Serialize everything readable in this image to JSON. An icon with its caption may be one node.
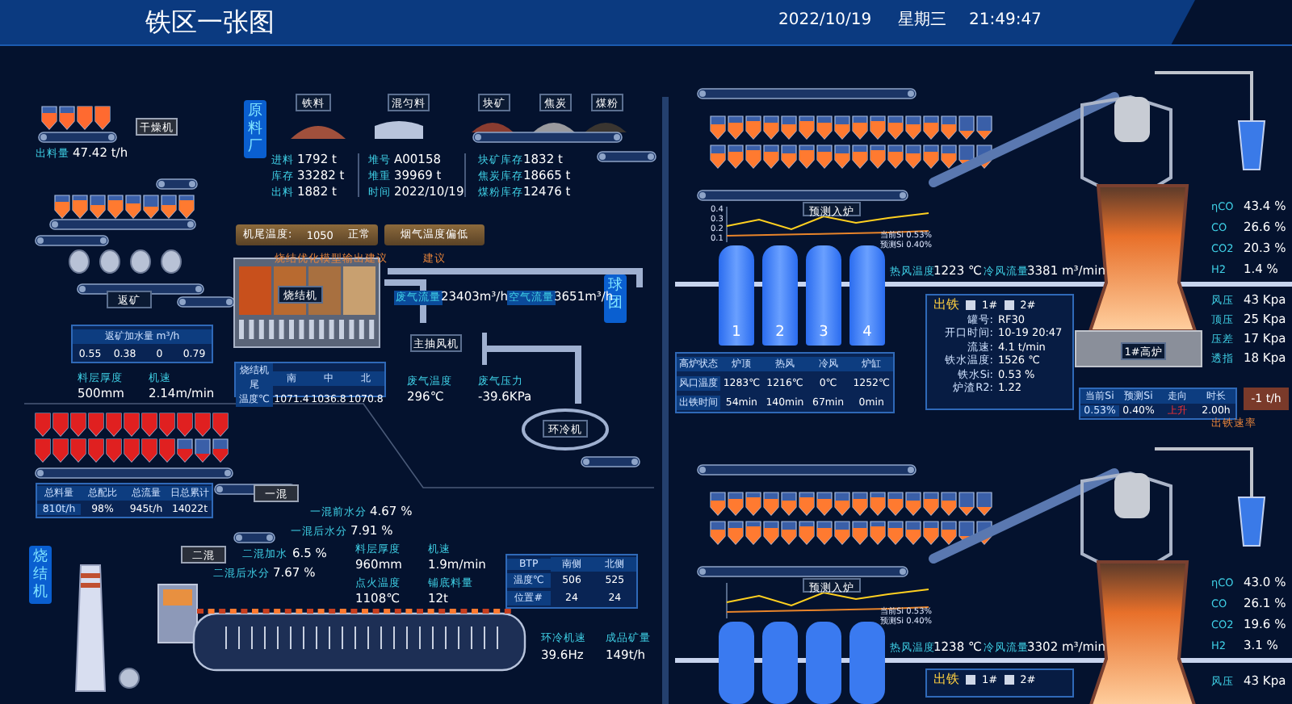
{
  "diagram": {
    "title": "铁区一张图",
    "nodes": [
      {
        "text": [
          "干燥机"
        ]
      },
      {
        "text": [
          "返矿"
        ]
      },
      {
        "text": [
          "原料厂"
        ]
      },
      {
        "text": [
          "铁料"
        ]
      },
      {
        "text": [
          "混匀料"
        ]
      },
      {
        "text": [
          "块矿"
        ]
      },
      {
        "text": [
          "焦炭"
        ]
      },
      {
        "text": [
          "煤粉"
        ]
      },
      {
        "text": [
          "机尾温度:",
          "1050",
          "正常"
        ]
      },
      {
        "text": [
          "烟气温度偏低"
        ]
      },
      {
        "text": [
          "烧结机"
        ]
      },
      {
        "text": [
          "主抽风机"
        ]
      },
      {
        "text": [
          "环冷机"
        ]
      },
      {
        "text": [
          "球团"
        ]
      },
      {
        "text": [
          "返矿加水量 m³/h",
          "0.55",
          "0.38",
          "0",
          "0.79"
        ]
      },
      {
        "text": [
          "烧结机尾",
          "南",
          "中",
          "北",
          "温度℃",
          "1071.4",
          "1036.8",
          "1070.8"
        ]
      },
      {
        "text": [
          "总料量",
          "总配比",
          "总流量",
          "日总累计",
          "810t/h",
          "98%",
          "945t/h",
          "14022t"
        ]
      },
      {
        "text": [
          "烧结机"
        ]
      },
      {
        "text": [
          "一混"
        ]
      },
      {
        "text": [
          "二混"
        ]
      },
      {
        "text": [
          "BTP",
          "南侧",
          "北侧",
          "温度℃",
          "506",
          "525",
          "位置#",
          "24",
          "24"
        ]
      },
      {
        "text": [
          "高炉状态",
          "炉顶",
          "热风",
          "冷风",
          "炉缸",
          "风口温度",
          "1283℃",
          "1216℃",
          "0℃",
          "1252℃",
          "出铁时间",
          "54min",
          "140min",
          "67min",
          "0min"
        ]
      },
      {
        "text": [
          "预测入炉"
        ]
      },
      {
        "text": [
          "预测入炉"
        ]
      },
      {
        "text": [
          "1"
        ]
      },
      {
        "text": [
          "2"
        ]
      },
      {
        "text": [
          "3"
        ]
      },
      {
        "text": [
          "4"
        ]
      },
      {
        "text": [
          "出铁",
          "1#",
          "2#",
          "罐号:",
          "RF30",
          "开口时间:",
          "10-19 20:47",
          "流速:",
          "4.1 t/min",
          "铁水温度:",
          "1526 ℃",
          "铁水Si:",
          "0.53 %",
          "炉渣R2:",
          "1.22"
        ]
      },
      {
        "text": [
          "1#高炉"
        ]
      },
      {
        "text": [
          "当前Si",
          "预测Si",
          "走向",
          "时长",
          "0.53%",
          "0.40%",
          "上升",
          "2.00h"
        ]
      },
      {
        "text": [
          "-1 t/h"
        ]
      },
      {
        "text": [
          "出铁",
          "1#",
          "2#"
        ]
      }
    ],
    "labels": [
      "2022/10/19",
      "星期三",
      "21:49:47",
      "出料量",
      "47.42 t/h",
      "进料",
      "1792 t",
      "库存",
      "33282 t",
      "出料",
      "1882 t",
      "堆号",
      "A00158",
      "堆重",
      "39969 t",
      "时间",
      "2022/10/19",
      "块矿库存",
      "1832 t",
      "焦炭库存",
      "18665 t",
      "煤粉库存",
      "12476 t",
      "烧结优化模型输出建议",
      "建议",
      "废气流量",
      "23403m³/h",
      "空气流量",
      "3651m³/h",
      "料层厚度",
      "500mm",
      "机速",
      "2.14m/min",
      "废气温度",
      "296℃",
      "废气压力",
      "-39.6KPa",
      "一混前水分",
      "4.67 %",
      "一混后水分",
      "7.91 %",
      "二混加水",
      "6.5 %",
      "二混后水分",
      "7.67 %",
      "料层厚度",
      "960mm",
      "机速",
      "1.9m/min",
      "点火温度",
      "1108℃",
      "铺底料量",
      "12t",
      "环冷机速",
      "39.6Hz",
      "成品矿量",
      "149t/h",
      "热风温度",
      "1223 ℃",
      "冷风流量",
      "3381 m³/min",
      "热风温度",
      "1238 ℃",
      "冷风流量",
      "3302 m³/min",
      "ηCO",
      "43.4 %",
      "CO",
      "26.6 %",
      "CO2",
      "20.3 %",
      "H2",
      "1.4 %",
      "风压",
      "43 Kpa",
      "顶压",
      "25 Kpa",
      "压差",
      "17 Kpa",
      "透指",
      "18 Kpa",
      "出铁速率",
      "ηCO",
      "43.0 %",
      "CO",
      "26.1 %",
      "CO2",
      "19.6 %",
      "H2",
      "3.1 %",
      "风压",
      "43 Kpa",
      "当前Si 0.53%",
      "预测Si 0.40%",
      "当前Si 0.53%",
      "预测Si 0.40%",
      "0.4",
      "0.3",
      "0.2",
      "0.1"
    ]
  }
}
